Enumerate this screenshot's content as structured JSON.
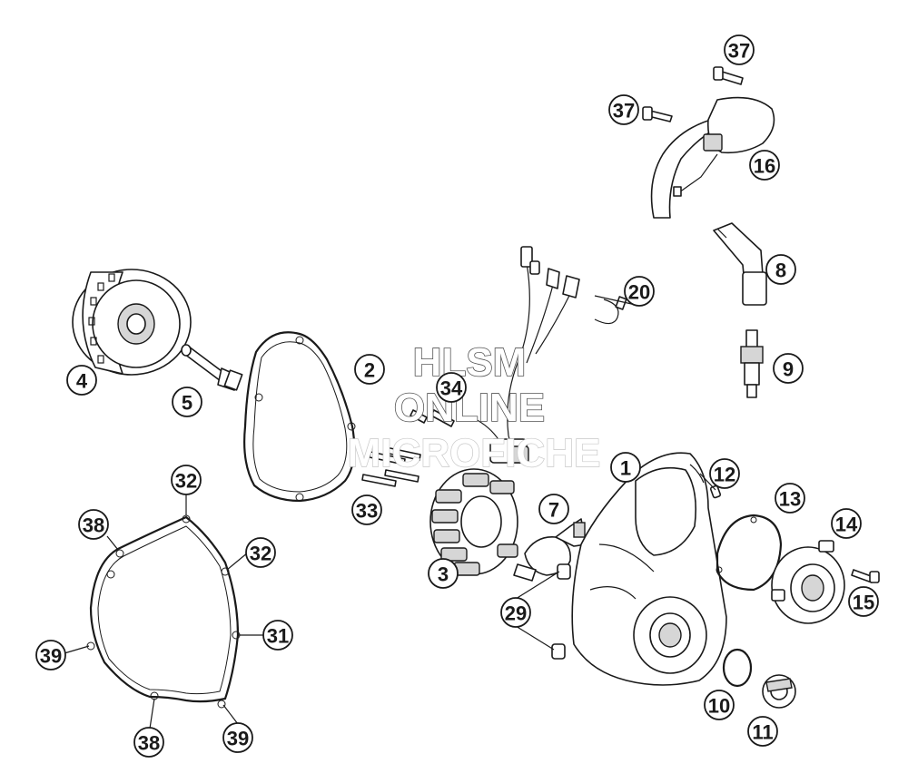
{
  "watermark": {
    "line1": "HLSM",
    "line2": "ONLINE",
    "line3": "MICROFICHE"
  },
  "callouts": [
    {
      "id": "c1",
      "label": "1"
    },
    {
      "id": "c2",
      "label": "2"
    },
    {
      "id": "c3",
      "label": "3"
    },
    {
      "id": "c4",
      "label": "4"
    },
    {
      "id": "c5",
      "label": "5"
    },
    {
      "id": "c7",
      "label": "7"
    },
    {
      "id": "c8",
      "label": "8"
    },
    {
      "id": "c9",
      "label": "9"
    },
    {
      "id": "c10",
      "label": "10"
    },
    {
      "id": "c11",
      "label": "11"
    },
    {
      "id": "c12",
      "label": "12"
    },
    {
      "id": "c13",
      "label": "13"
    },
    {
      "id": "c14",
      "label": "14"
    },
    {
      "id": "c15",
      "label": "15"
    },
    {
      "id": "c16",
      "label": "16"
    },
    {
      "id": "c20",
      "label": "20"
    },
    {
      "id": "c29",
      "label": "29"
    },
    {
      "id": "c31",
      "label": "31"
    },
    {
      "id": "c32a",
      "label": "32"
    },
    {
      "id": "c32b",
      "label": "32"
    },
    {
      "id": "c33",
      "label": "33"
    },
    {
      "id": "c34",
      "label": "34"
    },
    {
      "id": "c37a",
      "label": "37"
    },
    {
      "id": "c37b",
      "label": "37"
    },
    {
      "id": "c38a",
      "label": "38"
    },
    {
      "id": "c38b",
      "label": "38"
    },
    {
      "id": "c39a",
      "label": "39"
    },
    {
      "id": "c39b",
      "label": "39"
    }
  ]
}
